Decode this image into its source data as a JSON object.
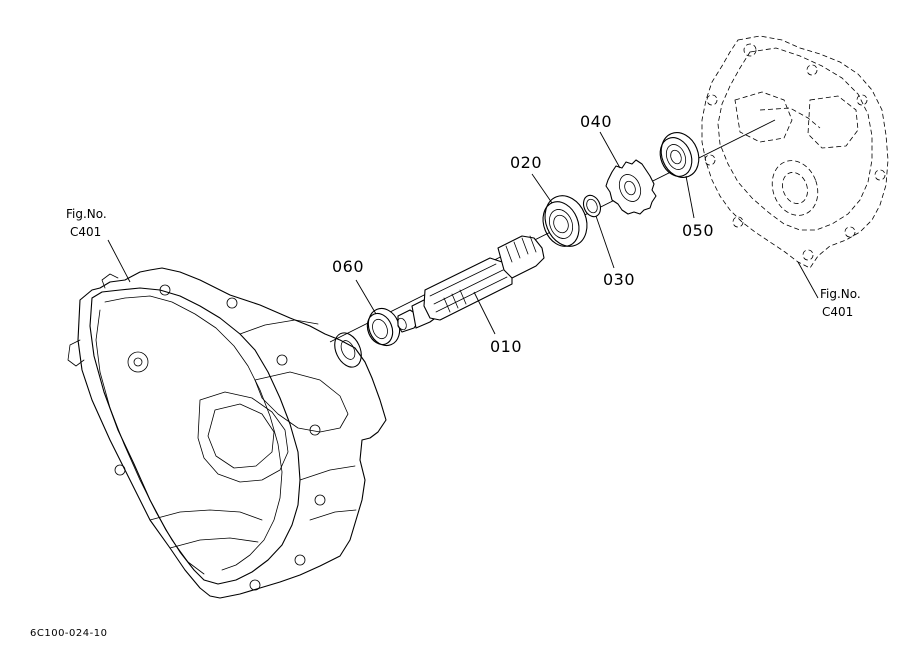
{
  "parts": {
    "p010": "010",
    "p020": "020",
    "p030": "030",
    "p040": "040",
    "p050": "050",
    "p060": "060"
  },
  "refs": {
    "left_fig": "Fig.No.",
    "left_code": "C401",
    "right_fig": "Fig.No.",
    "right_code": "C401"
  },
  "drawing_code": "6C100-024-10"
}
